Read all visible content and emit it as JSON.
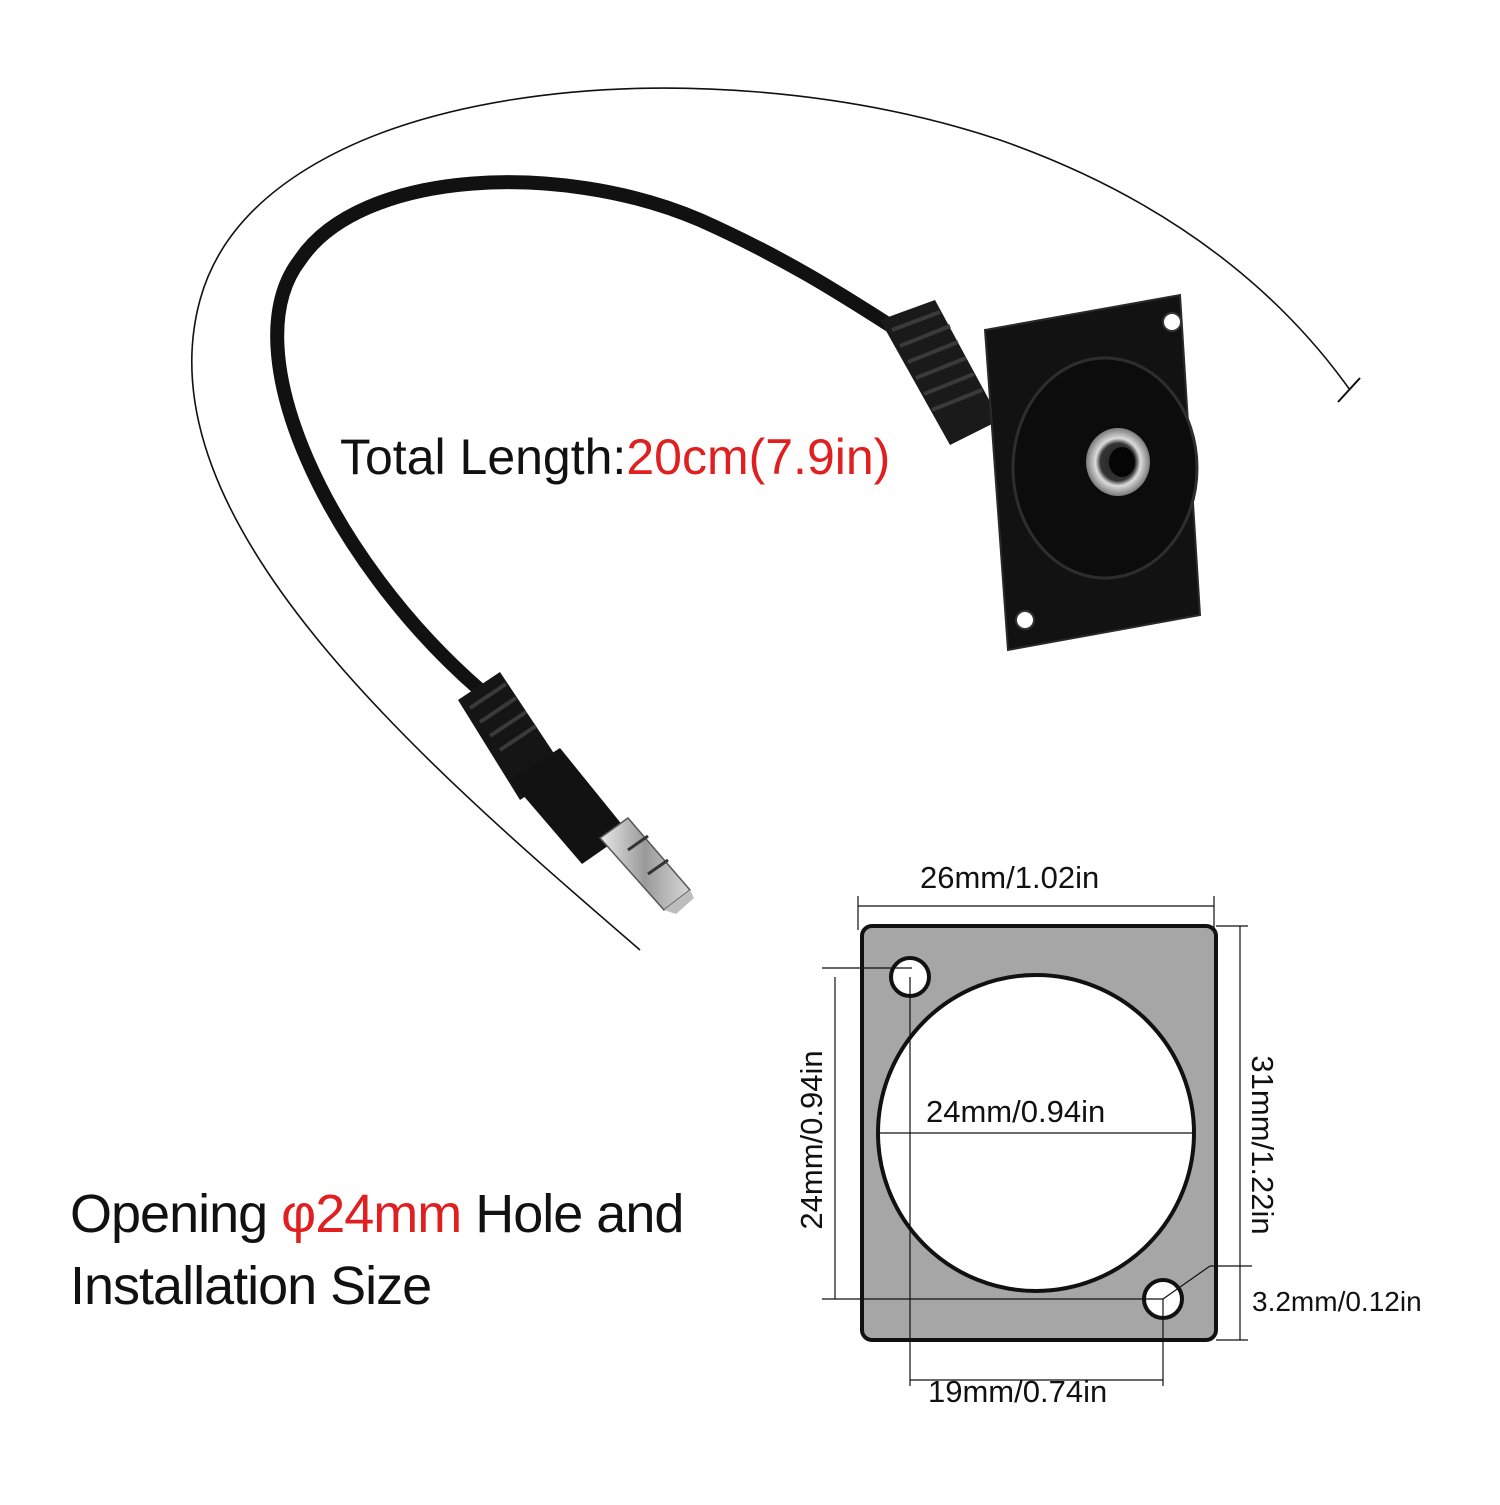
{
  "cable_label": {
    "prefix": "Total Length:",
    "value": "20cm(7.9in)"
  },
  "opening_label": {
    "text_before": "Opening ",
    "highlight": "φ24mm",
    "text_after": " Hole and",
    "line2": "Installation Size"
  },
  "dimensions": {
    "plate_width": "26mm/1.02in",
    "plate_height": "31mm/1.22in",
    "hole_spacing_vertical": "24mm/0.94in",
    "opening_diameter": "24mm/0.94in",
    "hole_spacing_horizontal": "19mm/0.74in",
    "mount_hole_diameter": "3.2mm/0.12in"
  },
  "colors": {
    "accent": "#e02020",
    "text": "#111111",
    "cable": "#111111",
    "plate_fill": "#a6a6a6"
  }
}
